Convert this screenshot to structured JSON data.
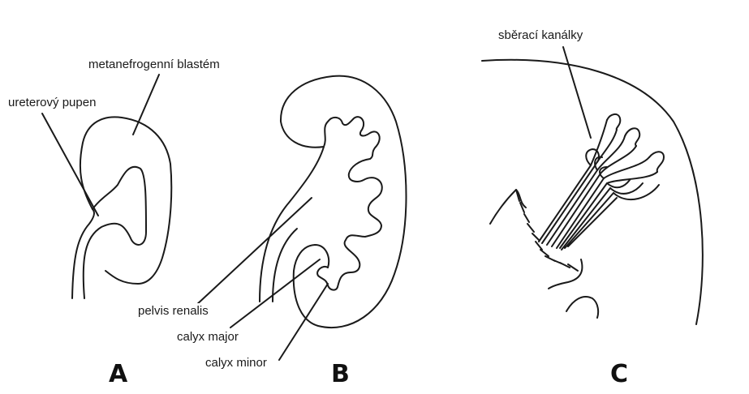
{
  "labels": {
    "metanefrogenni": "metanefrogenní blastém",
    "ureterovy": "ureterový pupen",
    "pelvis": "pelvis renalis",
    "calyx_major": "calyx major",
    "calyx_minor": "calyx minor",
    "sberaci": "sběrací kanálky"
  },
  "panels": {
    "a": "A",
    "b": "B",
    "c": "C"
  },
  "colors": {
    "stroke": "#1a1a1a",
    "background": "#ffffff"
  }
}
